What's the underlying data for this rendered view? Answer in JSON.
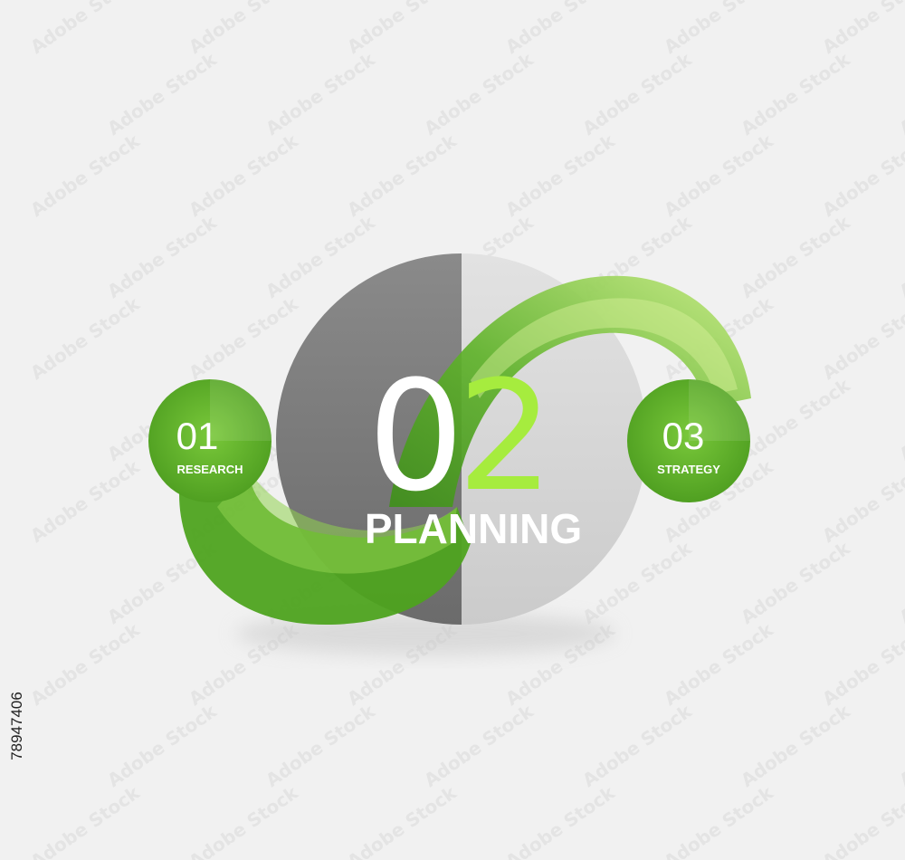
{
  "watermark": {
    "text": "Adobe Stock",
    "stock_id": "78947406"
  },
  "steps": [
    {
      "number": "01",
      "label": "RESEARCH"
    },
    {
      "number": "02",
      "label": "PLANNING"
    },
    {
      "number": "03",
      "label": "STRATEGY"
    }
  ],
  "colors": {
    "background": "#f1f1f1",
    "green_dark": "#4c9a1e",
    "green_mid": "#6cbd2f",
    "green_light": "#b6e36b",
    "gray_dark": "#7b7b7b",
    "gray_light": "#d4d4d4",
    "accent_number": "#a6ec3e"
  }
}
